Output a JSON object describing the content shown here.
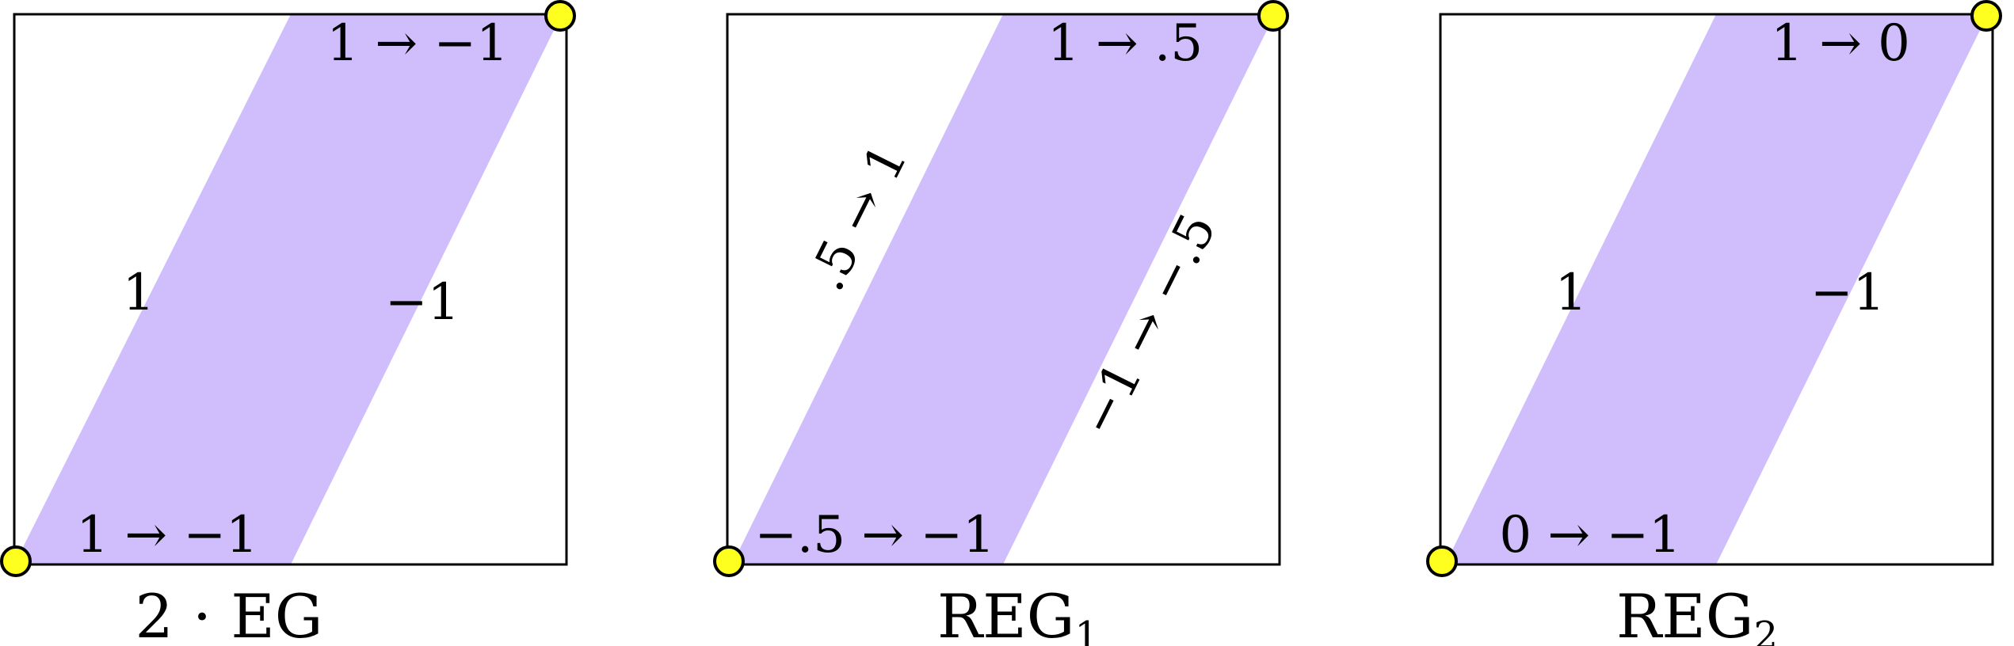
{
  "colors": {
    "band": "#d0bdfb",
    "vertex": "#ffff1f",
    "outline": "#000000",
    "background": "#ffffff"
  },
  "panels": [
    {
      "caption": "2 · EG",
      "caption_sub": "",
      "labels": {
        "top": "1 → −1",
        "bottom": "1 → −1",
        "left": "1",
        "right": "−1"
      }
    },
    {
      "caption": "REG",
      "caption_sub": "1",
      "labels": {
        "top": "1 → .5",
        "bottom": "−.5 → −1",
        "left": ".5 → 1",
        "right": "−1 → −.5"
      }
    },
    {
      "caption": "REG",
      "caption_sub": "2",
      "labels": {
        "top": "1 → 0",
        "bottom": "0 → −1",
        "left": "1",
        "right": "−1"
      }
    }
  ]
}
